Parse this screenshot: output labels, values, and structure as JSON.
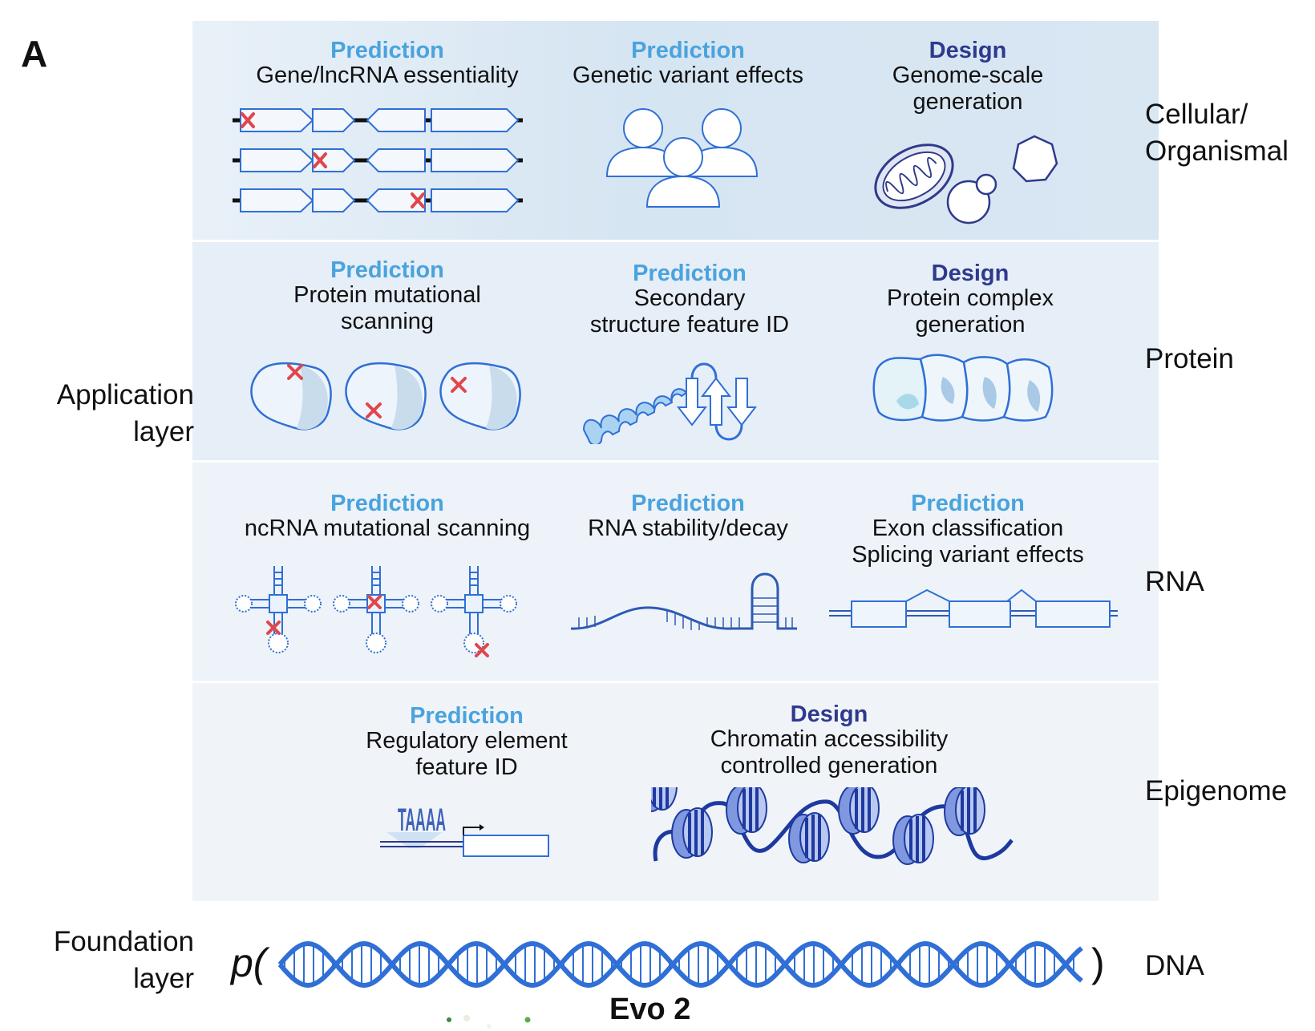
{
  "panel_letter": "A",
  "layers": {
    "application": "Application layer",
    "foundation": "Foundation layer"
  },
  "categories": {
    "cellular": "Cellular/ Organismal",
    "protein": "Protein",
    "rna": "RNA",
    "epigenome": "Epigenome",
    "dna": "DNA"
  },
  "tasks": {
    "cell_1": {
      "kind": "Prediction",
      "desc": "Gene/lncRNA essentiality"
    },
    "cell_2": {
      "kind": "Prediction",
      "desc": "Genetic variant effects"
    },
    "cell_3": {
      "kind": "Design",
      "desc_1": "Genome-scale",
      "desc_2": "generation"
    },
    "prot_1": {
      "kind": "Prediction",
      "desc_1": "Protein mutational",
      "desc_2": "scanning"
    },
    "prot_2": {
      "kind": "Prediction",
      "desc_1": "Secondary",
      "desc_2": "structure feature ID"
    },
    "prot_3": {
      "kind": "Design",
      "desc_1": "Protein complex",
      "desc_2": "generation"
    },
    "rna_1": {
      "kind": "Prediction",
      "desc": "ncRNA mutational scanning"
    },
    "rna_2": {
      "kind": "Prediction",
      "desc": "RNA stability/decay"
    },
    "rna_3": {
      "kind": "Prediction",
      "desc_1": "Exon classification",
      "desc_2": "Splicing variant effects"
    },
    "epi_1": {
      "kind": "Prediction",
      "desc_1": "Regulatory element",
      "desc_2": "feature ID"
    },
    "epi_2": {
      "kind": "Design",
      "desc_1": "Chromatin accessibility",
      "desc_2": "controlled generation"
    }
  },
  "foundation": {
    "p_symbol": "p(",
    "close": ")",
    "model_name": "Evo 2",
    "motif_text": "TAAAA"
  },
  "colors": {
    "prediction": "#4aa3dd",
    "design": "#2e3a8c",
    "dna_blue": "#2f6fd6",
    "mutation_red": "#e0464b"
  }
}
